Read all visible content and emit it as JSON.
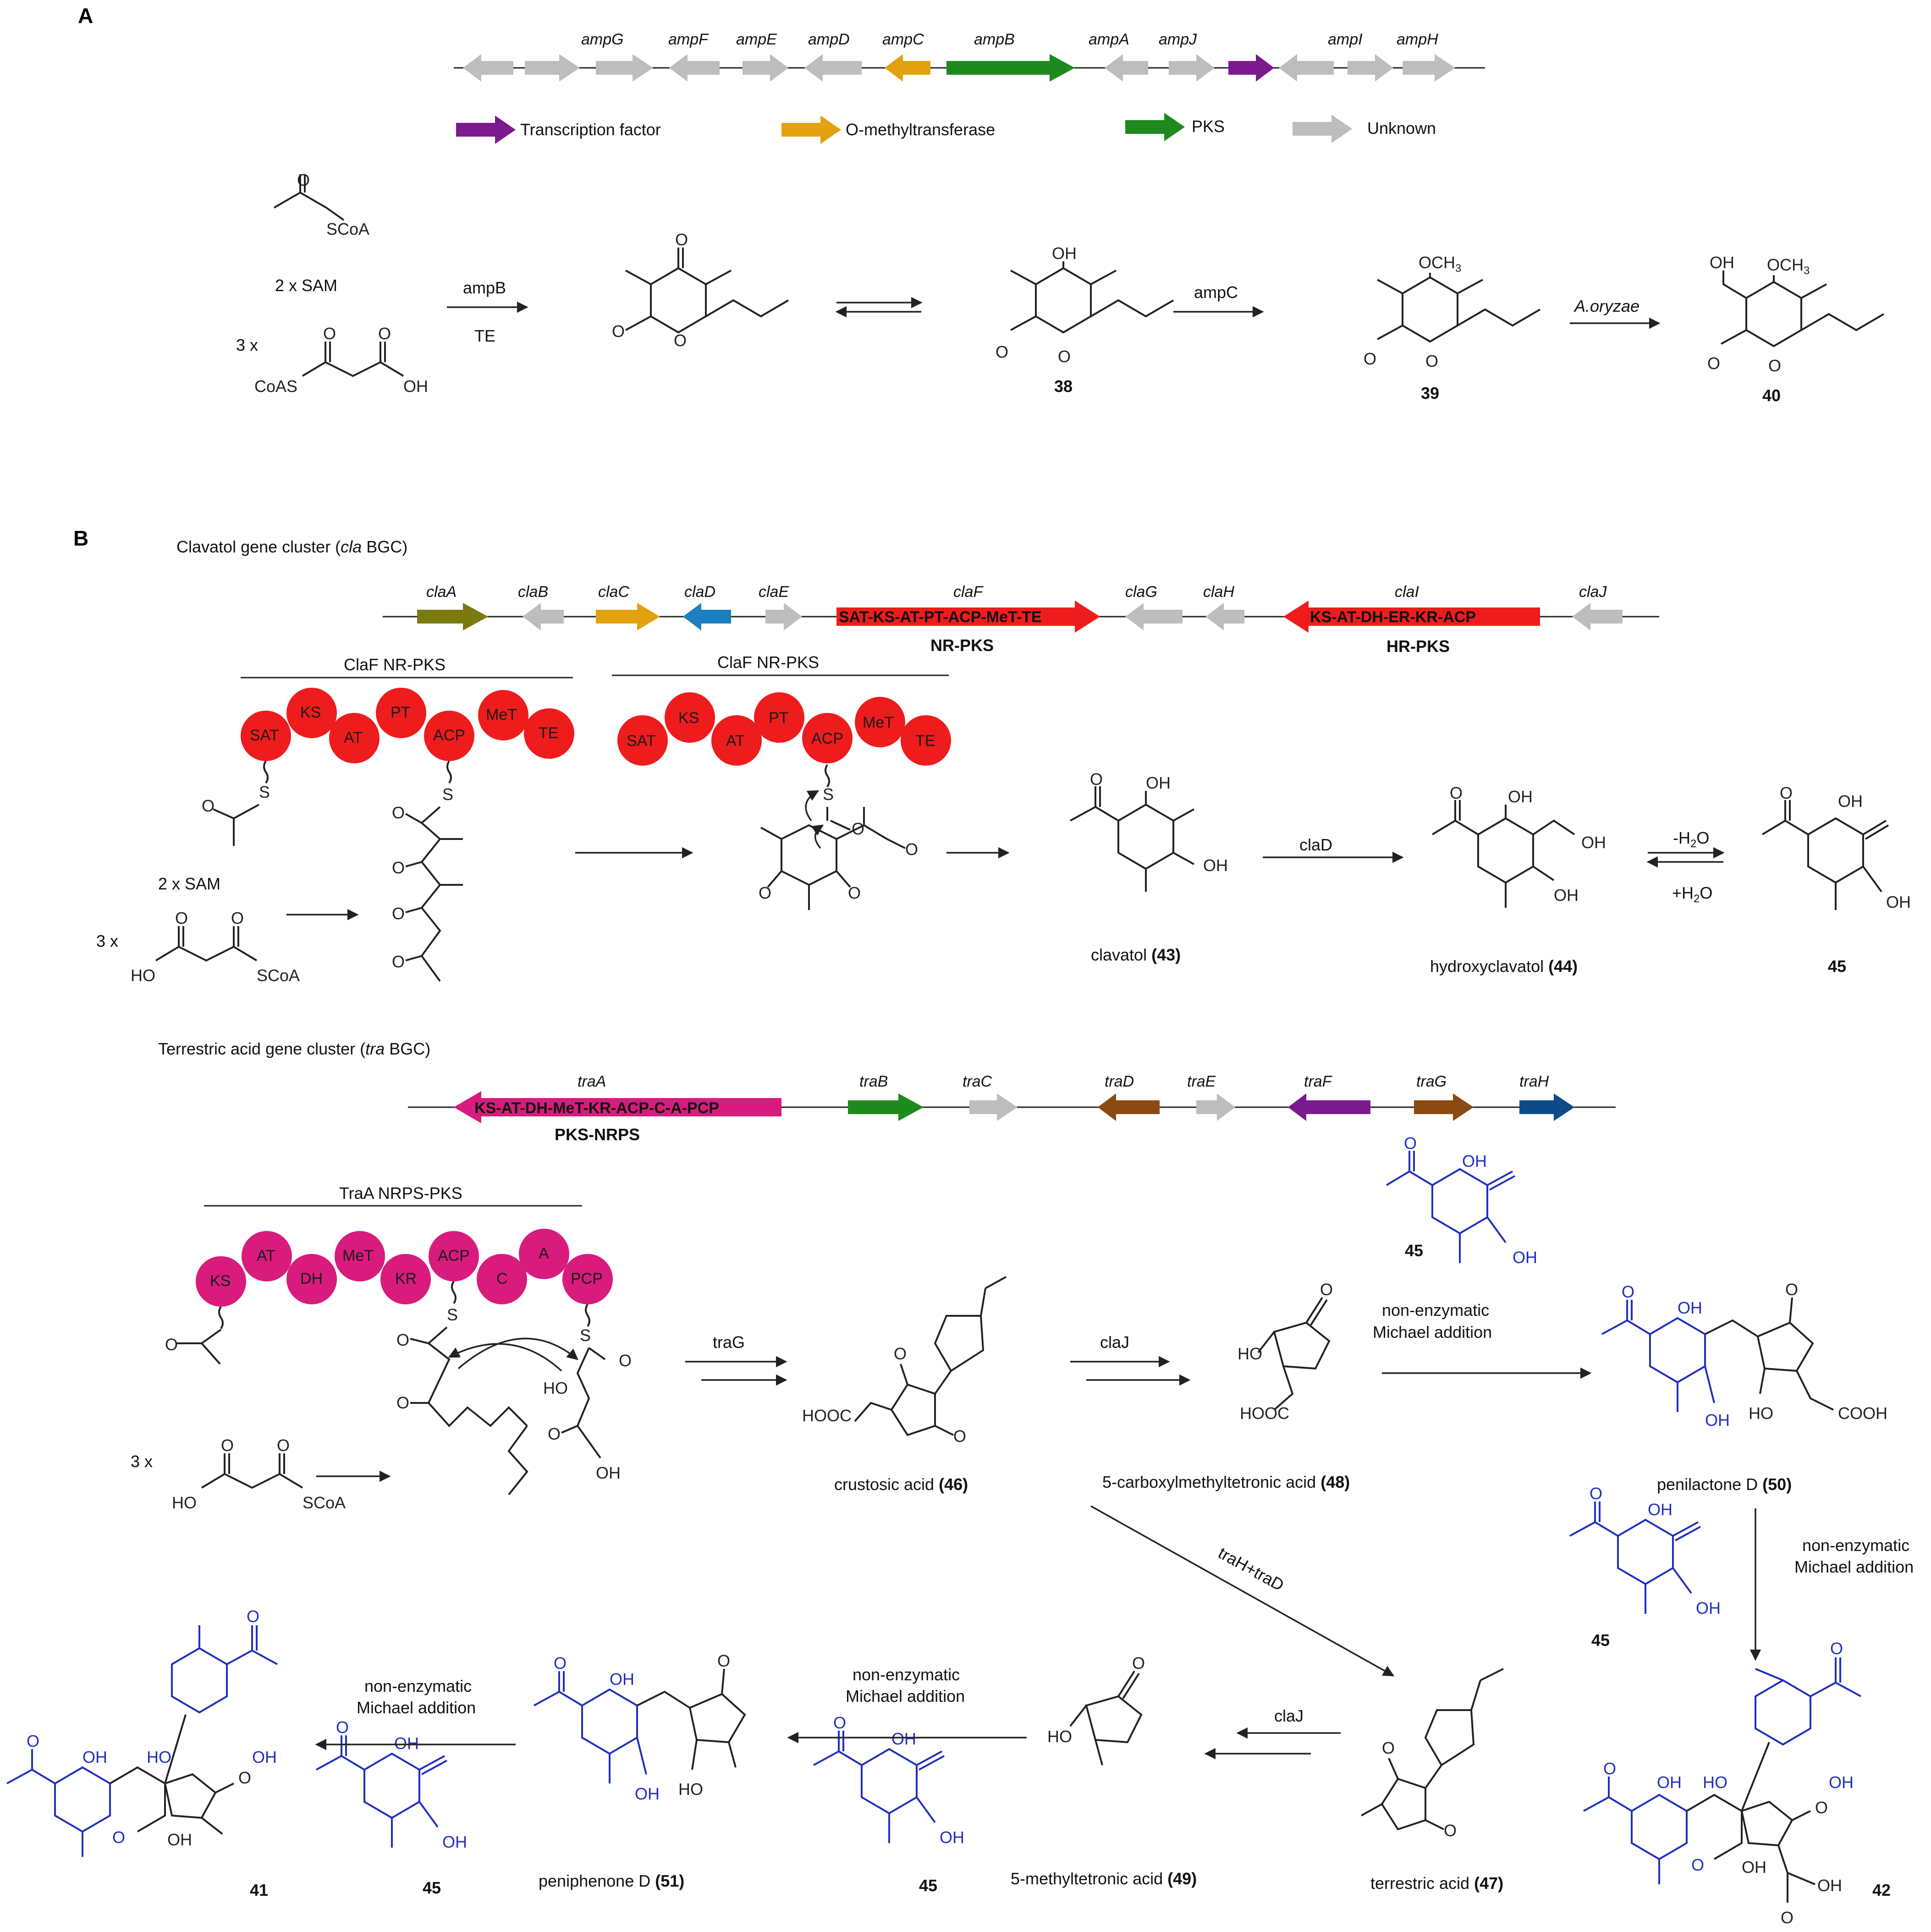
{
  "panels": {
    "a": "A",
    "b": "B"
  },
  "amp_cluster": {
    "genes": [
      "ampG",
      "ampF",
      "ampE",
      "ampD",
      "ampC",
      "ampB",
      "ampA",
      "ampJ",
      "ampI",
      "ampH"
    ],
    "legend": [
      "Transcription factor",
      "O-methyltransferase",
      "PKS",
      "Unknown"
    ],
    "colors": {
      "tf": "#7b1a8c",
      "omt": "#e3a10f",
      "pks": "#1e8a1e",
      "unknown": "#bdbdbd"
    }
  },
  "panelA": {
    "sam": "2 x SAM",
    "mal_count": "3 x",
    "enzyme1": "ampB",
    "te": "TE",
    "enzyme2": "ampC",
    "enzyme3": "A.oryzae",
    "c38": "38",
    "c39": "39",
    "c40": "40",
    "scoa": "SCoA",
    "coas": "CoAS",
    "oh": "OH",
    "o": "O",
    "och3": "OCH",
    "three": "3"
  },
  "cla_cluster": {
    "title": "Clavatol gene cluster (",
    "title_it": "cla",
    "title_end": " BGC)",
    "genes": [
      "claA",
      "claB",
      "claC",
      "claD",
      "claE",
      "claF",
      "claG",
      "claH",
      "claI",
      "claJ"
    ],
    "claF_domains": "SAT-KS-AT-PT-ACP-MeT-TE",
    "claI_domains": "KS-AT-DH-ER-KR-ACP",
    "nrpks": "NR-PKS",
    "hrpks": "HR-PKS",
    "colors": {
      "olive": "#7a7a10",
      "orange": "#e3a10f",
      "blue": "#1b7fc0",
      "red": "#ee1c1c",
      "grey": "#bdbdbd"
    }
  },
  "claF_pks": {
    "label": "ClaF NR-PKS",
    "domains": [
      "SAT",
      "KS",
      "AT",
      "PT",
      "ACP",
      "MeT",
      "TE"
    ]
  },
  "panelB_top": {
    "sam": "2 x SAM",
    "mal_count": "3 x",
    "ho": "HO",
    "scoa": "SCoA",
    "enzyme_claD": "claD",
    "minus_h2o": "-H",
    "plus_h2o": "+H",
    "two": "2",
    "o_sub": "O",
    "clavatol": "clavatol",
    "c43": "(43)",
    "hydroxyclavatol": "hydroxyclavatol",
    "c44": "(44)",
    "c45": "45"
  },
  "tra_cluster": {
    "title": "Terrestric acid gene cluster (",
    "title_it": "tra",
    "title_end": " BGC)",
    "genes": [
      "traA",
      "traB",
      "traC",
      "traD",
      "traE",
      "traF",
      "traG",
      "traH"
    ],
    "traA_domains": "KS-AT-DH-MeT-KR-ACP-C-A-PCP",
    "pksnrps": "PKS-NRPS",
    "colors": {
      "magenta": "#d81b7d",
      "green": "#1e8a1e",
      "grey": "#bdbdbd",
      "brown": "#8a4a12",
      "purple": "#7b1a8c",
      "navy": "#0d4a8a"
    }
  },
  "traA_pks": {
    "label": "TraA NRPS-PKS",
    "domains": [
      "KS",
      "AT",
      "DH",
      "MeT",
      "KR",
      "ACP",
      "C",
      "A",
      "PCP"
    ]
  },
  "panelB_bottom": {
    "mal_count": "3 x",
    "traG": "traG",
    "claJ1": "claJ",
    "claJ2": "claJ",
    "traHD": "traH+traD",
    "crustosic": "crustosic acid",
    "c46": "(46)",
    "cmt": "5-carboxylmethyltetronic acid",
    "c48": "(48)",
    "penilactone": "penilactone D",
    "c50": "(50)",
    "terrestric": "terrestric acid",
    "c47": "(47)",
    "mta": "5-methyltetronic acid",
    "c49": "(49)",
    "peniphenone": "peniphenone D",
    "c51": "(51)",
    "c41": "41",
    "c42": "42",
    "c45": "45",
    "michael1": "non-enzymatic",
    "michael2": "Michael addition",
    "hooc": "HOOC",
    "cooh": "COOH"
  }
}
